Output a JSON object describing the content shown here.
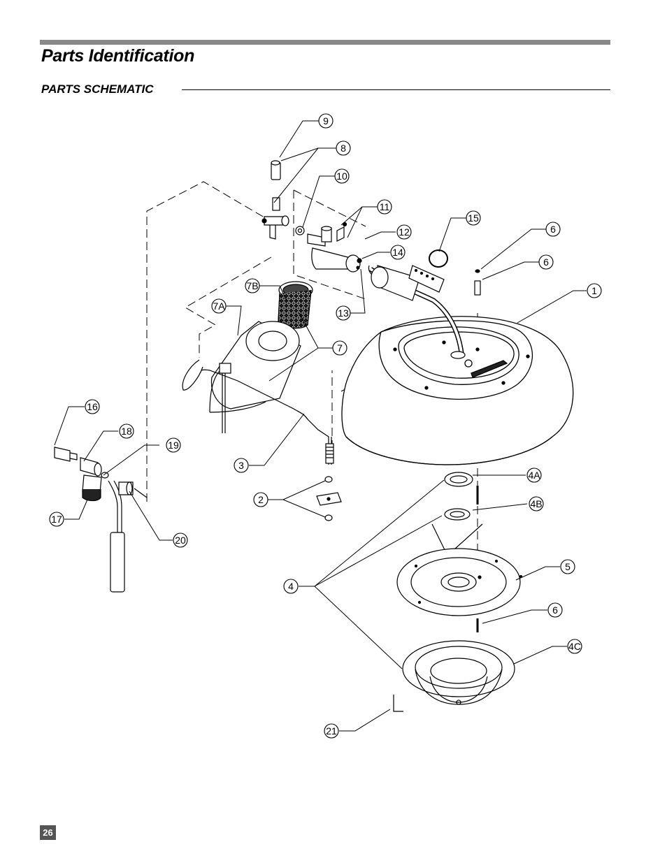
{
  "header": {
    "title": "Parts Identification",
    "section_title": "PARTS SCHEMATIC"
  },
  "callouts": {
    "c1": "1",
    "c2": "2",
    "c3": "3",
    "c4": "4",
    "c4A": "4A",
    "c4B": "4B",
    "c4C": "4C",
    "c5": "5",
    "c6a": "6",
    "c6b": "6",
    "c6c": "6",
    "c7": "7",
    "c7A": "7A",
    "c7B": "7B",
    "c8": "8",
    "c9": "9",
    "c10": "10",
    "c11": "11",
    "c12": "12",
    "c13": "13",
    "c14": "14",
    "c15": "15",
    "c16": "16",
    "c17": "17",
    "c18": "18",
    "c19": "19",
    "c20": "20",
    "c21": "21"
  },
  "footer": {
    "page_number": "26"
  }
}
